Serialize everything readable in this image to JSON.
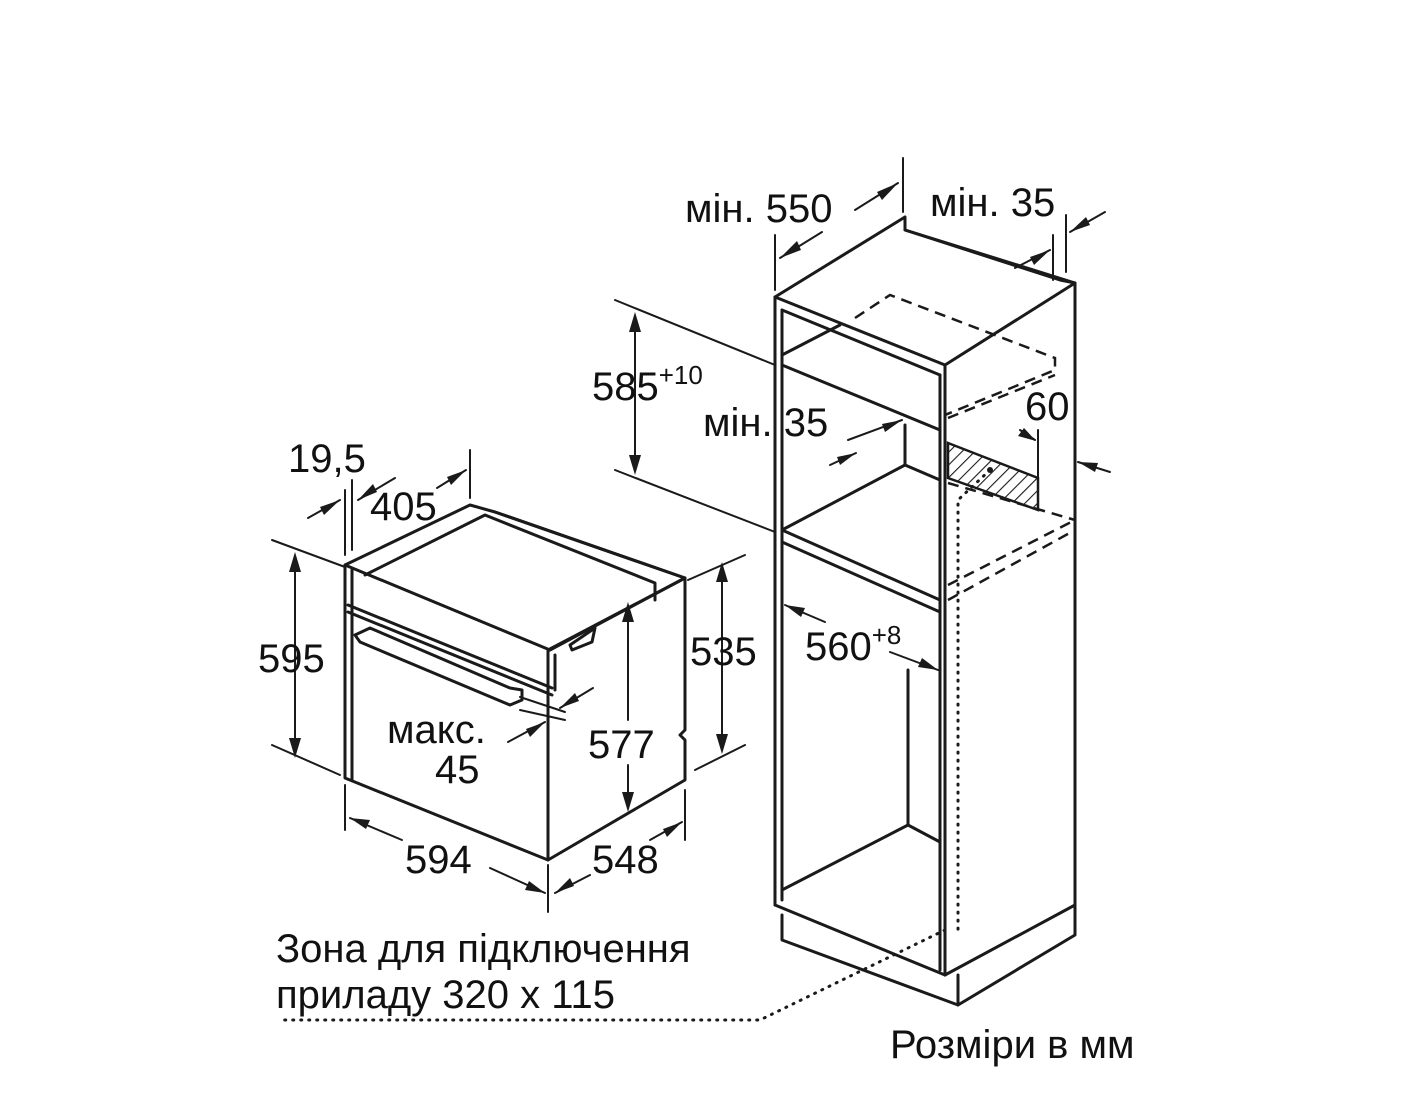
{
  "labels": {
    "min550": "мін. 550",
    "min35_top": "мін. 35",
    "d585": "585",
    "d585_tol": "+10",
    "d60": "60",
    "min35_mid": "мін. 35",
    "d560": "560",
    "d560_tol": "+8",
    "d19_5": "19,5",
    "d405": "405",
    "d595": "595",
    "d535": "535",
    "d577": "577",
    "max_label": "макс.",
    "max_value": "45",
    "d594": "594",
    "d548": "548",
    "zone_line1": "Зона для підключення",
    "zone_line2": "приладу 320 x 115",
    "units_note": "Розміри в мм"
  },
  "colors": {
    "line": "#1a1a1a",
    "background": "#ffffff"
  }
}
